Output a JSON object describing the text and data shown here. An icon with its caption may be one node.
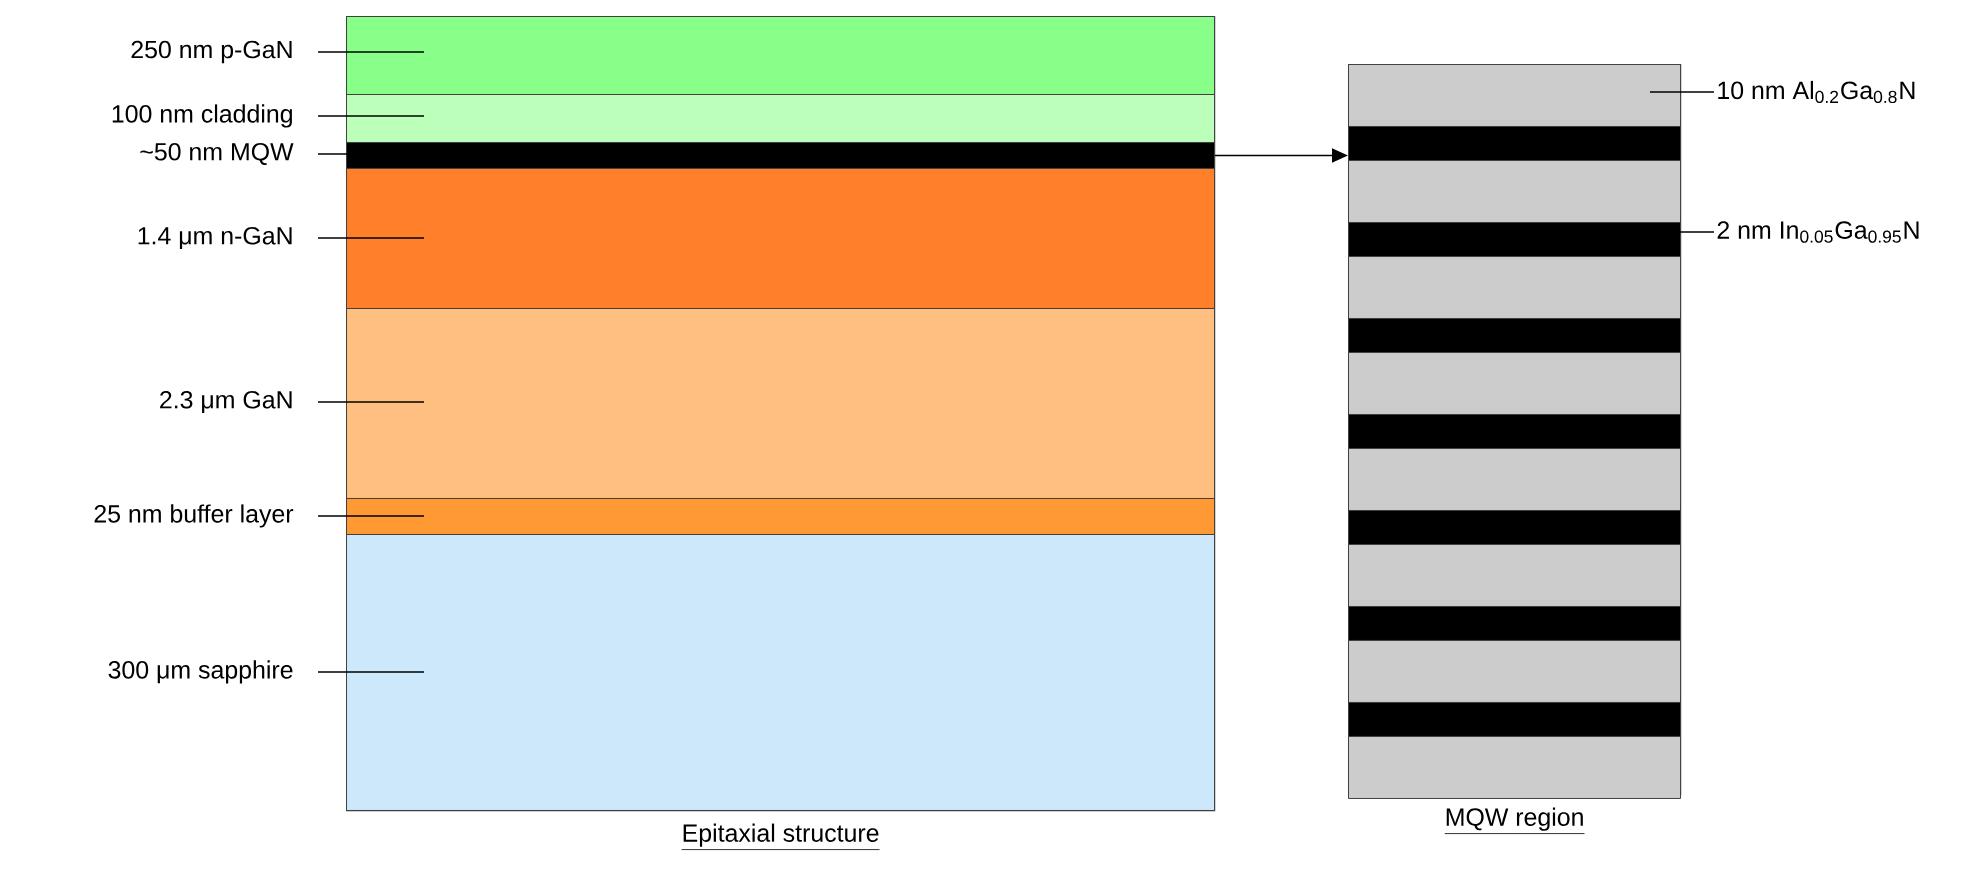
{
  "diagram": {
    "nodes": [
      {
        "text": [
          "250 nm p-GaN"
        ]
      },
      {
        "text": [
          "100 nm cladding"
        ]
      },
      {
        "text": [
          "~50 nm MQW"
        ]
      },
      {
        "text": [
          "1.4 μm n-GaN"
        ]
      },
      {
        "text": [
          "2.3 μm GaN"
        ]
      },
      {
        "text": [
          "25 nm buffer layer"
        ]
      },
      {
        "text": [
          "300 μm sapphire"
        ]
      },
      {
        "text": [
          "Epitaxial structure"
        ]
      },
      {
        "text": [],
        "shape": "box",
        "in": 7
      },
      {
        "text": [],
        "shape": "box",
        "in": 7
      },
      {
        "text": [],
        "shape": "box",
        "in": 7
      },
      {
        "text": [],
        "shape": "box",
        "in": 7
      },
      {
        "text": [],
        "shape": "box",
        "in": 7
      },
      {
        "text": [],
        "shape": "box",
        "in": 7
      },
      {
        "text": [],
        "shape": "box",
        "in": 7
      },
      {
        "text": [
          "MQW region"
        ]
      },
      {
        "text": [],
        "shape": "box",
        "in": 15
      },
      {
        "text": [],
        "shape": "box",
        "in": 15
      },
      {
        "text": [],
        "shape": "box",
        "in": 15
      },
      {
        "text": [],
        "shape": "box",
        "in": 15
      },
      {
        "text": [],
        "shape": "box",
        "in": 15
      },
      {
        "text": [],
        "shape": "box",
        "in": 15
      },
      {
        "text": [],
        "shape": "box",
        "in": 15
      },
      {
        "text": [],
        "shape": "box",
        "in": 15
      },
      {
        "text": [],
        "shape": "box",
        "in": 15
      },
      {
        "text": [],
        "shape": "box",
        "in": 15
      },
      {
        "text": [],
        "shape": "box",
        "in": 15
      },
      {
        "text": [],
        "shape": "box",
        "in": 15
      },
      {
        "text": [],
        "shape": "box",
        "in": 15
      },
      {
        "text": [],
        "shape": "box",
        "in": 15
      },
      {
        "text": [],
        "shape": "box",
        "in": 15
      },
      {
        "text": [
          "10 nm Al$_{0.2}$Ga$_{0.8}$N"
        ]
      },
      {
        "text": [
          "2 nm In$_{0.05}$Ga$_{0.95}$N"
        ]
      }
    ],
    "edges": [
      {
        "from": 0,
        "to": 8,
        "arrow": "none"
      },
      {
        "from": 1,
        "to": 9,
        "arrow": "none"
      },
      {
        "from": 2,
        "to": 10,
        "arrow": "none"
      },
      {
        "from": 3,
        "to": 11,
        "arrow": "none"
      },
      {
        "from": 4,
        "to": 12,
        "arrow": "none"
      },
      {
        "from": 5,
        "to": 13,
        "arrow": "none"
      },
      {
        "from": 6,
        "to": 14,
        "arrow": "none"
      },
      {
        "from": 10,
        "to": 15,
        "arrow": "to"
      },
      {
        "from": 31,
        "to": 16,
        "arrow": "none"
      },
      {
        "from": 32,
        "to": 19,
        "arrow": "none"
      }
    ]
  }
}
